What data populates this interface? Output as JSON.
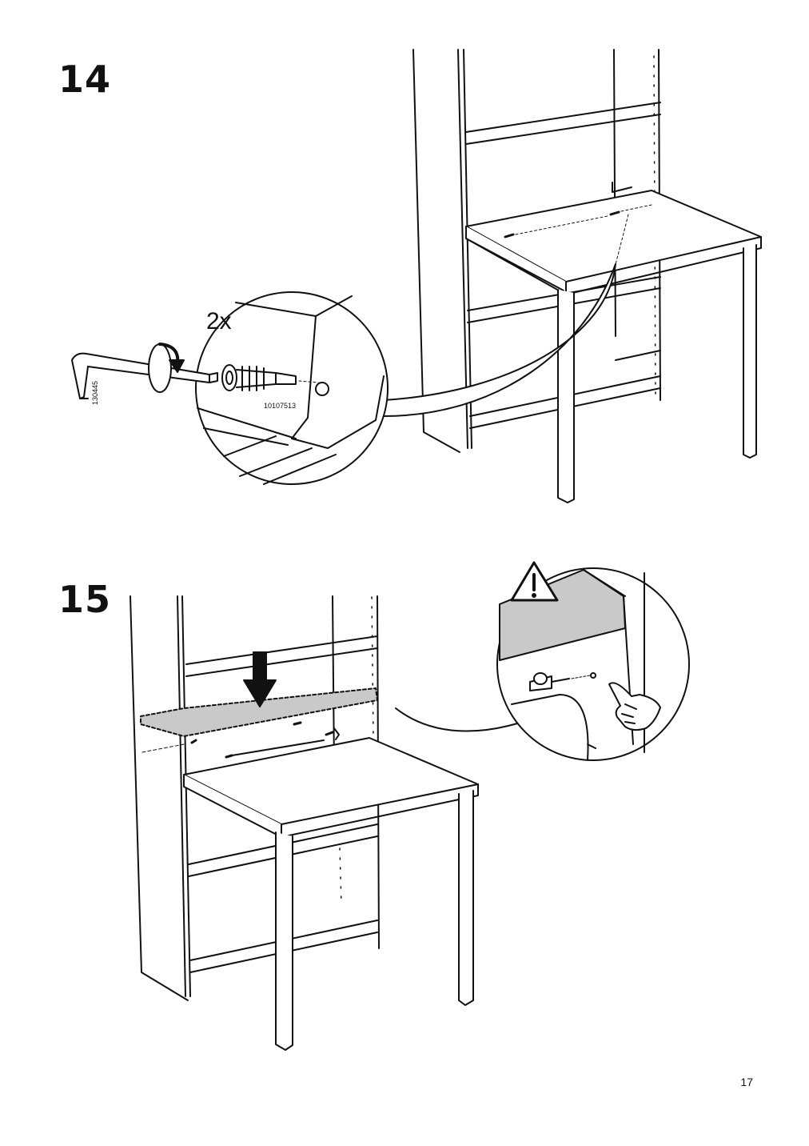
{
  "page": {
    "number": "17"
  },
  "steps": [
    {
      "number": "14",
      "quantity": "2x",
      "parts": [
        "130445",
        "10107513"
      ]
    },
    {
      "number": "15"
    }
  ],
  "icons": {
    "tool": "allen-key-icon",
    "rotate": "rotate-arrow-icon",
    "warning": "warning-triangle-icon",
    "hand": "pointing-hand-icon",
    "down": "down-arrow-icon"
  }
}
